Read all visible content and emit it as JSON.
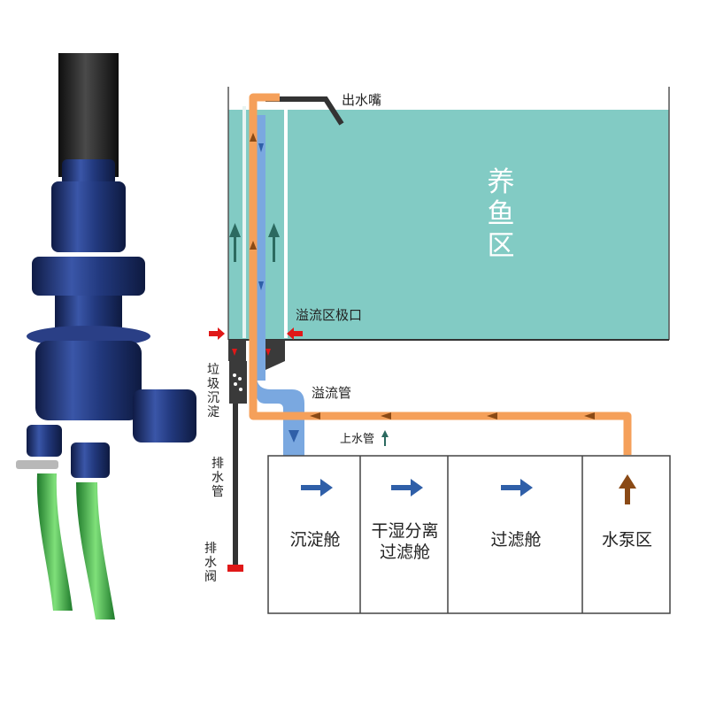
{
  "labels": {
    "outlet_nozzle": "出水嘴",
    "fish_tank": "养鱼区",
    "overflow_port": "溢流区极口",
    "overflow_pipe": "溢流管",
    "water_up_pipe": "上水管",
    "sediment": "垃圾沉淀",
    "drain_pipe": "排水管",
    "drain_valve": "排水阀"
  },
  "compartments": [
    {
      "label": "沉淀舱"
    },
    {
      "label": "干湿分离\n过滤舱"
    },
    {
      "label": "过滤舱"
    },
    {
      "label": "水泵区"
    }
  ],
  "colors": {
    "water": "#82cbc4",
    "pump_pipe": "#f5a05a",
    "overflow_pipe": "#7aa8e0",
    "flow_arrow_blue": "#2f5fa8",
    "flow_arrow_pump": "#8a4a16",
    "tank_arrow": "#2c6a60",
    "red_marker": "#e01818",
    "fitting_blue": "#1d2f6e",
    "hose_green": "#3fa84a"
  }
}
